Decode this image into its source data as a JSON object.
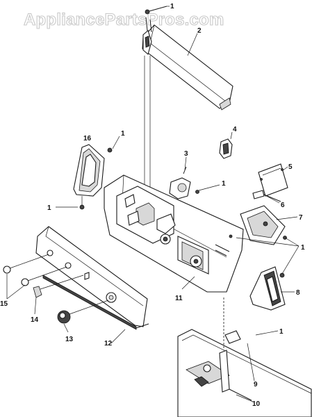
{
  "watermark": "AppliancePartsPros.com",
  "callouts": {
    "c1a": "1",
    "c2": "2",
    "c16": "16",
    "c1b": "1",
    "c4": "4",
    "c3": "3",
    "c1c": "1",
    "c5": "5",
    "c1d": "1",
    "c6": "6",
    "c7": "7",
    "c1e": "1",
    "c8": "8",
    "c11": "11",
    "c15": "15",
    "c14": "14",
    "c13": "13",
    "c12": "12",
    "c1f": "1",
    "c9": "9",
    "c10": "10"
  }
}
